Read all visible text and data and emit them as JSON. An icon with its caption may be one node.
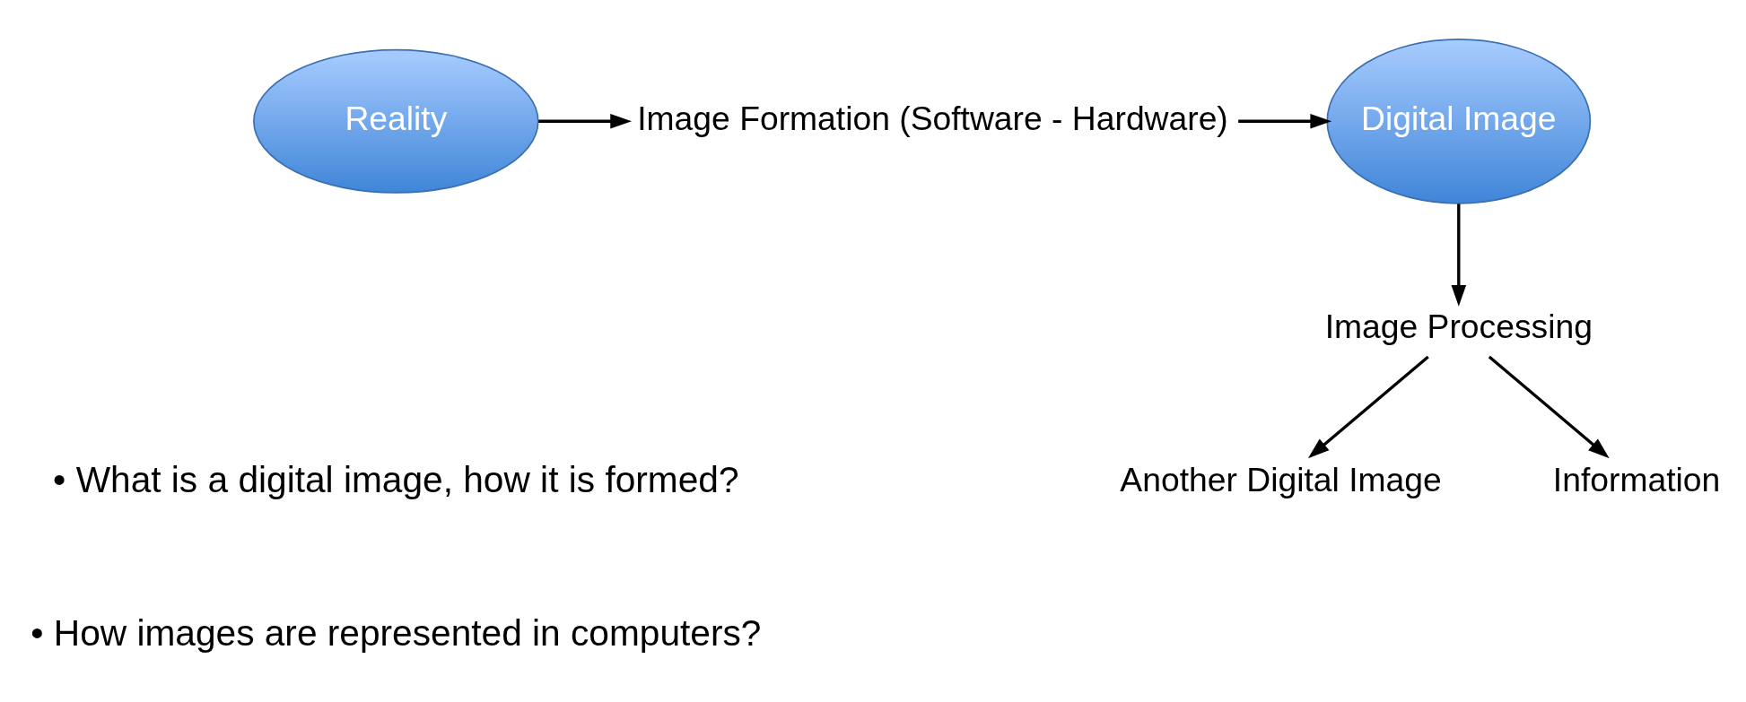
{
  "diagram": {
    "nodes": [
      {
        "text": [
          "Reality"
        ]
      },
      {
        "text": [
          "Image Formation (Software - Hardware)"
        ]
      },
      {
        "text": [
          "Digital Image"
        ]
      },
      {
        "text": [
          "Image Processing"
        ]
      },
      {
        "text": [
          "Another Digital Image"
        ]
      },
      {
        "text": [
          "Information"
        ]
      }
    ],
    "edges": [
      {
        "from": 0,
        "to": 1,
        "arrow": "to"
      },
      {
        "from": 1,
        "to": 2,
        "arrow": "to"
      },
      {
        "from": 2,
        "to": 3,
        "arrow": "to"
      },
      {
        "from": 3,
        "to": 4,
        "arrow": "to"
      },
      {
        "from": 3,
        "to": 5,
        "arrow": "to"
      }
    ],
    "labels": [
      "• What is a digital image, how it is formed?",
      "• How images are represented in computers?"
    ]
  }
}
